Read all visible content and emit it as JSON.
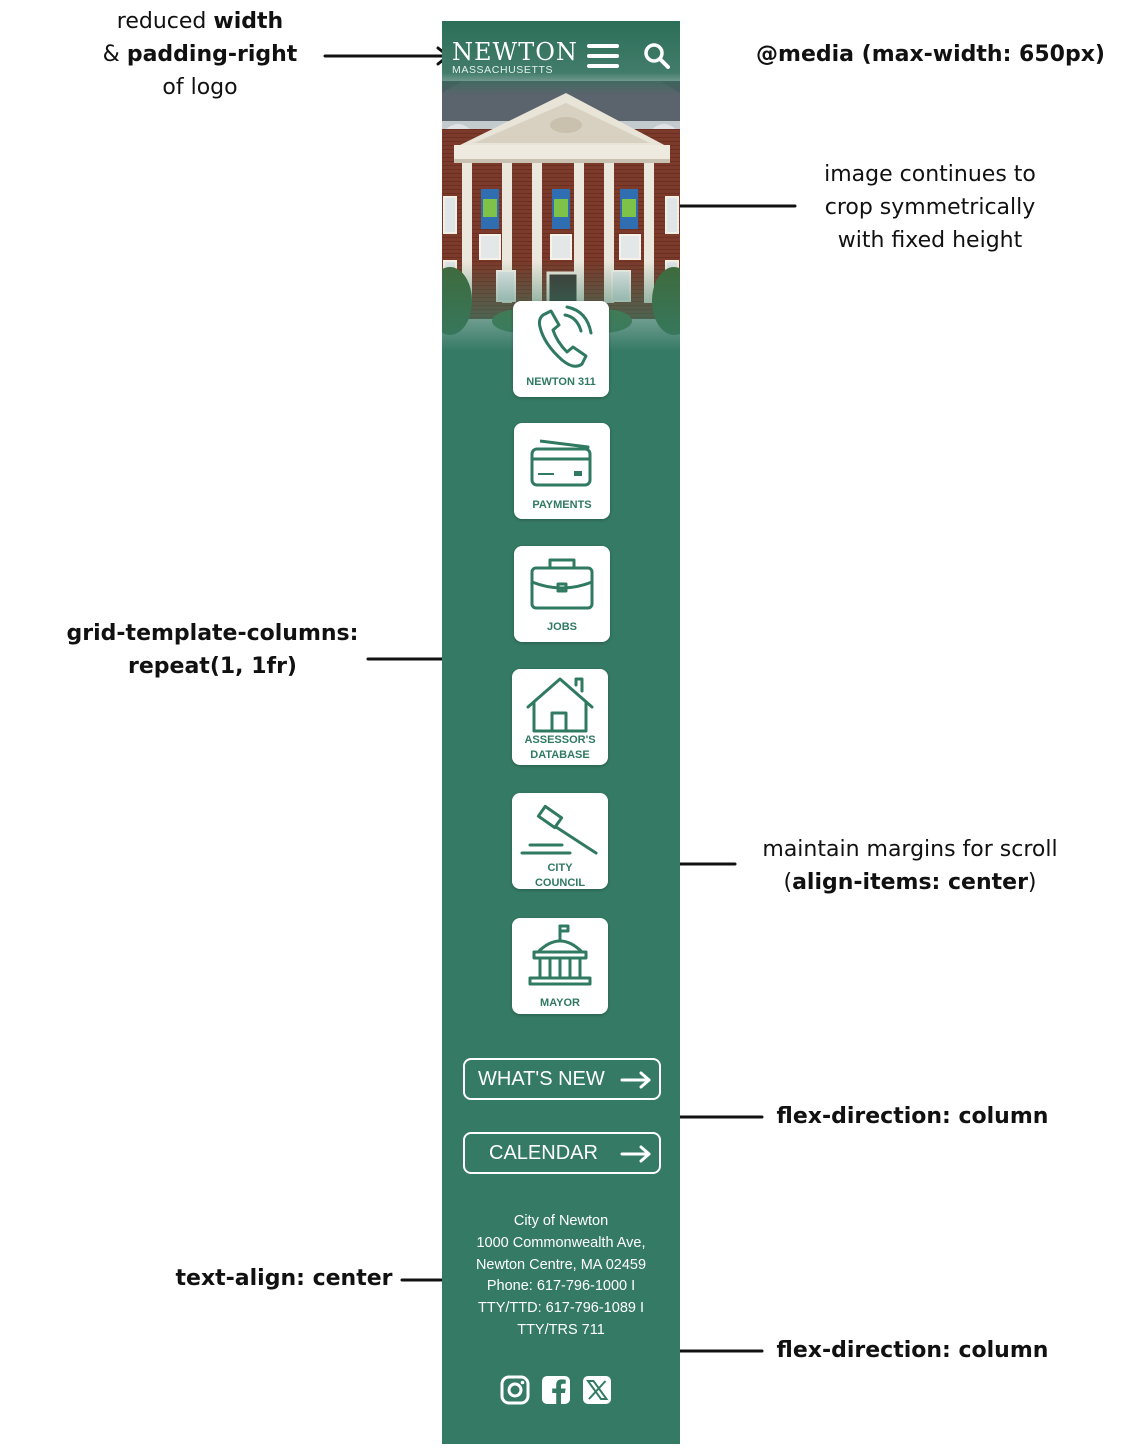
{
  "annotations": {
    "logo": {
      "line1_pre": "reduced ",
      "line1_bold": "width",
      "line2_pre": "& ",
      "line2_bold": "padding-right",
      "line3": "of logo"
    },
    "media_query": "@media (max-width: 650px)",
    "image_crop": {
      "line1": "image continues to",
      "line2": "crop symmetrically",
      "line3": "with fixed height"
    },
    "grid": {
      "line1": "grid-template-columns:",
      "line2": "repeat(1, 1fr)"
    },
    "margins": {
      "line1": "maintain margins for scroll",
      "line2_open": "(",
      "line2_bold": "align-items: center",
      "line2_close": ")"
    },
    "flex_buttons": "flex-direction: column",
    "text_align": "text-align: center",
    "flex_footer": "flex-direction: column"
  },
  "header": {
    "logo_text": "NEWTON",
    "logo_sub": "MASSACHUSETTS",
    "menu_icon": "hamburger-menu-icon",
    "search_icon": "search-icon"
  },
  "hero": {
    "image": "city-hall-building-photo"
  },
  "tiles": [
    {
      "label": "NEWTON 311",
      "icon": "phone-icon"
    },
    {
      "label": "PAYMENTS",
      "icon": "credit-card-icon"
    },
    {
      "label": "JOBS",
      "icon": "briefcase-icon"
    },
    {
      "label_line1": "ASSESSOR'S",
      "label_line2": "DATABASE",
      "icon": "house-icon"
    },
    {
      "label_line1": "CITY",
      "label_line2": "COUNCIL",
      "icon": "gavel-icon"
    },
    {
      "label": "MAYOR",
      "icon": "city-hall-icon"
    }
  ],
  "buttons": {
    "whats_new": "WHAT'S NEW",
    "calendar": "CALENDAR",
    "icon": "arrow-right-icon"
  },
  "footer": {
    "lines": [
      "City of Newton",
      "1000 Commonwealth Ave,",
      "Newton Centre, MA 02459",
      "Phone: 617-796-1000 I",
      "TTY/TTD: 617-796-1089 I",
      "TTY/TRS 711"
    ]
  },
  "social": [
    "instagram-icon",
    "facebook-icon",
    "x-icon"
  ],
  "colors": {
    "brand_green": "#357a64",
    "tile_text": "#2f7a60",
    "white": "#ffffff"
  }
}
